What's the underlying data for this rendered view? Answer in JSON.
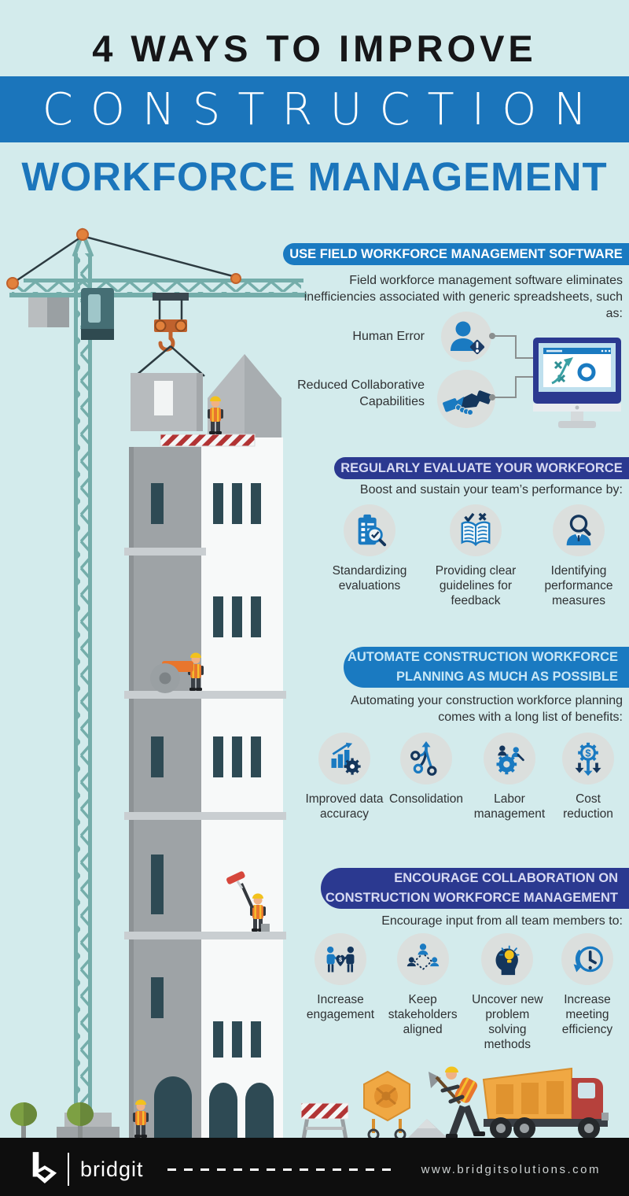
{
  "colors": {
    "bg": "#d3ebec",
    "accent-blue": "#1b75bb",
    "pill-blue": "#1a7ac1",
    "navy": "#2b3990",
    "footer-bg": "#0e0e0e",
    "orange": "#e8762d",
    "helmet": "#f2c21d"
  },
  "header": {
    "title_top": "4 WAYS TO IMPROVE",
    "title_mid": "CONSTRUCTION",
    "title_bottom": "WORKFORCE MANAGEMENT"
  },
  "sections": [
    {
      "title": "USE FIELD WORKFORCE MANAGEMENT SOFTWARE",
      "intro": "Field workforce management software eliminates inefficiencies associated with generic spreadsheets, such as:",
      "items": [
        {
          "label": "Human Error",
          "icon": "person-warning-icon"
        },
        {
          "label": "Reduced Collaborative Capabilities",
          "icon": "handshake-icon"
        }
      ]
    },
    {
      "title": "REGULARLY EVALUATE YOUR WORKFORCE",
      "intro": "Boost and sustain your team’s performance by:",
      "items": [
        {
          "label": "Standardizing evaluations",
          "icon": "clipboard-magnifier-icon"
        },
        {
          "label": "Providing clear guidelines for feedback",
          "icon": "open-book-check-icon"
        },
        {
          "label": "Identifying performance measures",
          "icon": "person-magnifier-icon"
        }
      ]
    },
    {
      "title": "AUTOMATE CONSTRUCTION WORKFORCE PLANNING AS MUCH AS POSSIBLE",
      "intro": "Automating your construction workforce planning comes with a long list of benefits:",
      "items": [
        {
          "label": "Improved data accuracy",
          "icon": "bar-chart-gear-icon"
        },
        {
          "label": "Consolidation",
          "icon": "merge-arrows-icon"
        },
        {
          "label": "Labor management",
          "icon": "workers-gear-icon"
        },
        {
          "label": "Cost reduction",
          "icon": "dollar-gear-arrows-icon"
        }
      ]
    },
    {
      "title": "ENCOURAGE COLLABORATION ON CONSTRUCTION WORKFORCE MANAGEMENT",
      "intro": "Encourage input from all team members to:",
      "items": [
        {
          "label": "Increase engagement",
          "icon": "team-engagement-icon"
        },
        {
          "label": "Keep stakeholders aligned",
          "icon": "stakeholders-network-icon"
        },
        {
          "label": "Uncover new problem solving methods",
          "icon": "idea-head-icon"
        },
        {
          "label": "Increase meeting efficiency",
          "icon": "clock-arrow-icon"
        }
      ]
    }
  ],
  "footer": {
    "brand": "bridgit",
    "website": "www.bridgitsolutions.com"
  }
}
